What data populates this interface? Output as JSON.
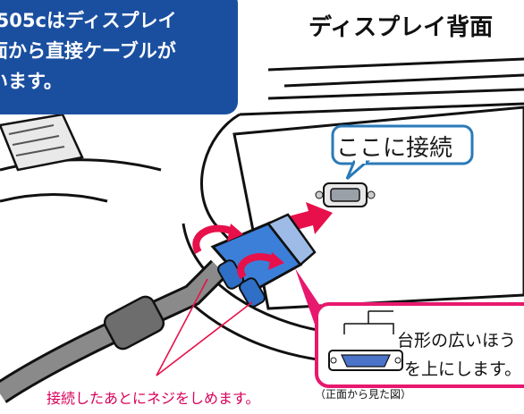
{
  "callout": {
    "lines": [
      "/505cはディスプレイ",
      "面から直接ケーブルが",
      "います。"
    ],
    "bg_color": "#1a4fa0"
  },
  "title": "ディスプレイ背面",
  "connect_label": "ここに接続",
  "screw_note": "接続したあとにネジをしめます。",
  "orientation_note": {
    "line1": "台形の広いほう",
    "line2": "を上にします。",
    "caption": "（正面から見た図）"
  },
  "colors": {
    "accent_pink": "#e8186e",
    "arrow_red": "#e8104a",
    "connector_blue": "#3c7fd8",
    "label_border": "#2a7ab8"
  }
}
